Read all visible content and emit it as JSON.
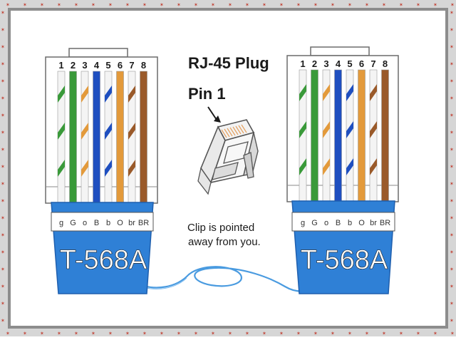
{
  "colors": {
    "frame_outer": "#c9c9c9",
    "frame_inner": "#8a8a8a",
    "frame_mark": "#c0392b",
    "plug_outline": "#6b6b6b",
    "plug_body": "#ffffff",
    "boot_blue": "#2f80d6",
    "boot_dark": "#1f5fae",
    "cable_blue": "#4a9be0",
    "wire_green": "#3a9a3a",
    "wire_orange": "#e39a3b",
    "wire_blue": "#1f4fc0",
    "wire_brown": "#9a5a2a",
    "wire_white": "#f4f4f4"
  },
  "title": "RJ-45 Plug",
  "pin_label": "Pin 1",
  "clip_note": {
    "line1": "Clip is pointed",
    "line2": "away from you."
  },
  "left_connector": {
    "pin_numbers": [
      "1",
      "2",
      "3",
      "4",
      "5",
      "6",
      "7",
      "8"
    ],
    "wire_codes": [
      "g",
      "G",
      "o",
      "B",
      "b",
      "O",
      "br",
      "BR"
    ],
    "standard": "T-568A"
  },
  "right_connector": {
    "pin_numbers": [
      "1",
      "2",
      "3",
      "4",
      "5",
      "6",
      "7",
      "8"
    ],
    "wire_codes": [
      "g",
      "G",
      "o",
      "B",
      "b",
      "O",
      "br",
      "BR"
    ],
    "standard": "T-568A"
  },
  "wires": [
    {
      "name": "green-white",
      "base": "white",
      "stripe": "green"
    },
    {
      "name": "green",
      "base": "green",
      "stripe": ""
    },
    {
      "name": "orange-white",
      "base": "white",
      "stripe": "orange"
    },
    {
      "name": "blue",
      "base": "blue",
      "stripe": ""
    },
    {
      "name": "blue-white",
      "base": "white",
      "stripe": "blue"
    },
    {
      "name": "orange",
      "base": "orange",
      "stripe": ""
    },
    {
      "name": "brown-white",
      "base": "white",
      "stripe": "brown"
    },
    {
      "name": "brown",
      "base": "brown",
      "stripe": ""
    }
  ]
}
